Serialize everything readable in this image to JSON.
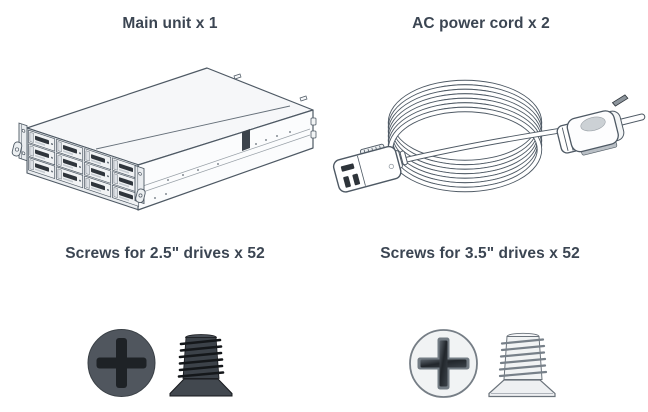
{
  "page": {
    "background": "#ffffff",
    "title_color": "#3b4552"
  },
  "items": [
    {
      "id": "main-unit",
      "label": "Main unit x 1",
      "illustration": "rack-server-illustration"
    },
    {
      "id": "ac-power-cord",
      "label": "AC power cord x 2",
      "illustration": "power-cord-illustration"
    },
    {
      "id": "screws-2-5",
      "label": "Screws for 2.5\" drives x 52",
      "illustration": "screw-dark-illustration"
    },
    {
      "id": "screws-3-5",
      "label": "Screws for 3.5\" drives x 52",
      "illustration": "screw-light-illustration"
    }
  ],
  "colors": {
    "line_art_outline": "#4e5964",
    "line_art_fill": "#ffffff",
    "server_top_fill": "#f6f7f9",
    "server_front_fill": "#e9ecef",
    "vent_dark": "#3c434b",
    "dark_screw_fill": "#50565e",
    "dark_screw_cross": "#1e2226",
    "light_screw_fill": "#f1f3f4",
    "light_screw_outline": "#6b737b"
  }
}
